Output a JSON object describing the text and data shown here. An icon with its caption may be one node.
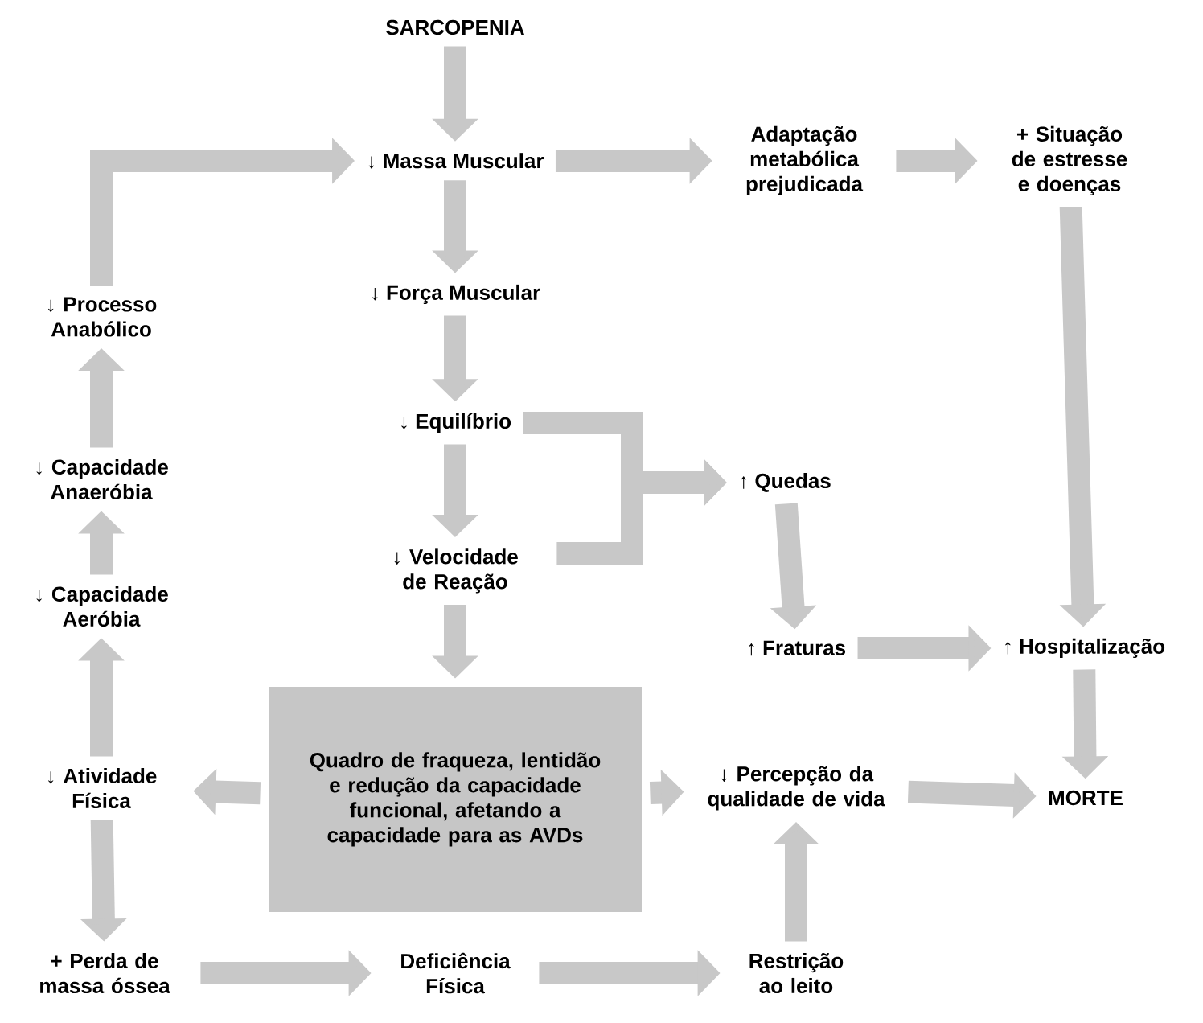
{
  "diagram": {
    "nodes": [
      {
        "text": [
          "SARCOPENIA"
        ]
      },
      {
        "text": [
          "↓ Massa Muscular"
        ]
      },
      {
        "text": [
          "Adaptação metabólica prejudicada"
        ]
      },
      {
        "text": [
          "+ Situação de estresse e doenças"
        ]
      },
      {
        "text": [
          "↓ Processo Anabólico"
        ]
      },
      {
        "text": [
          "↓ Força Muscular"
        ]
      },
      {
        "text": [
          "↓ Equilíbrio"
        ]
      },
      {
        "text": [
          "↓ Capacidade Anaeróbia"
        ]
      },
      {
        "text": [
          "↑ Quedas"
        ]
      },
      {
        "text": [
          "↓ Velocidade de Reação"
        ]
      },
      {
        "text": [
          "↓ Capacidade Aeróbia"
        ]
      },
      {
        "text": [
          "↑ Fraturas"
        ]
      },
      {
        "text": [
          "↑ Hospitalização"
        ]
      },
      {
        "text": [
          "Quadro de fraqueza, lentidão e redução da capacidade funcional, afetando a capacidade para as AVDs"
        ]
      },
      {
        "text": [
          "↓ Atividade Física"
        ]
      },
      {
        "text": [
          "↓ Percepção da qualidade de vida"
        ]
      },
      {
        "text": [
          "MORTE"
        ]
      },
      {
        "text": [
          "+ Perda de massa óssea"
        ]
      },
      {
        "text": [
          "Deficiência Física"
        ]
      },
      {
        "text": [
          "Restrição ao leito"
        ]
      }
    ],
    "edges": [
      {
        "from": 0,
        "to": 1,
        "arrow": "to"
      },
      {
        "from": 1,
        "to": 2,
        "arrow": "to"
      },
      {
        "from": 2,
        "to": 3,
        "arrow": "to"
      },
      {
        "from": 4,
        "to": 1,
        "arrow": "to"
      },
      {
        "from": 1,
        "to": 5,
        "arrow": "to"
      },
      {
        "from": 5,
        "to": 6,
        "arrow": "to"
      },
      {
        "from": 6,
        "to": 9,
        "arrow": "to"
      },
      {
        "from": 6,
        "to": 8,
        "arrow": "to"
      },
      {
        "from": 9,
        "to": 8,
        "arrow": "to"
      },
      {
        "from": 9,
        "to": 13,
        "arrow": "to"
      },
      {
        "from": 3,
        "to": 12,
        "arrow": "to"
      },
      {
        "from": 8,
        "to": 11,
        "arrow": "to"
      },
      {
        "from": 11,
        "to": 12,
        "arrow": "to"
      },
      {
        "from": 12,
        "to": 16,
        "arrow": "to"
      },
      {
        "from": 13,
        "to": 14,
        "arrow": "to"
      },
      {
        "from": 13,
        "to": 15,
        "arrow": "to"
      },
      {
        "from": 14,
        "to": 10,
        "arrow": "to"
      },
      {
        "from": 10,
        "to": 7,
        "arrow": "to"
      },
      {
        "from": 7,
        "to": 4,
        "arrow": "to"
      },
      {
        "from": 14,
        "to": 17,
        "arrow": "to"
      },
      {
        "from": 17,
        "to": 18,
        "arrow": "to"
      },
      {
        "from": 18,
        "to": 19,
        "arrow": "to"
      },
      {
        "from": 19,
        "to": 15,
        "arrow": "to"
      },
      {
        "from": 15,
        "to": 16,
        "arrow": "to"
      }
    ]
  }
}
